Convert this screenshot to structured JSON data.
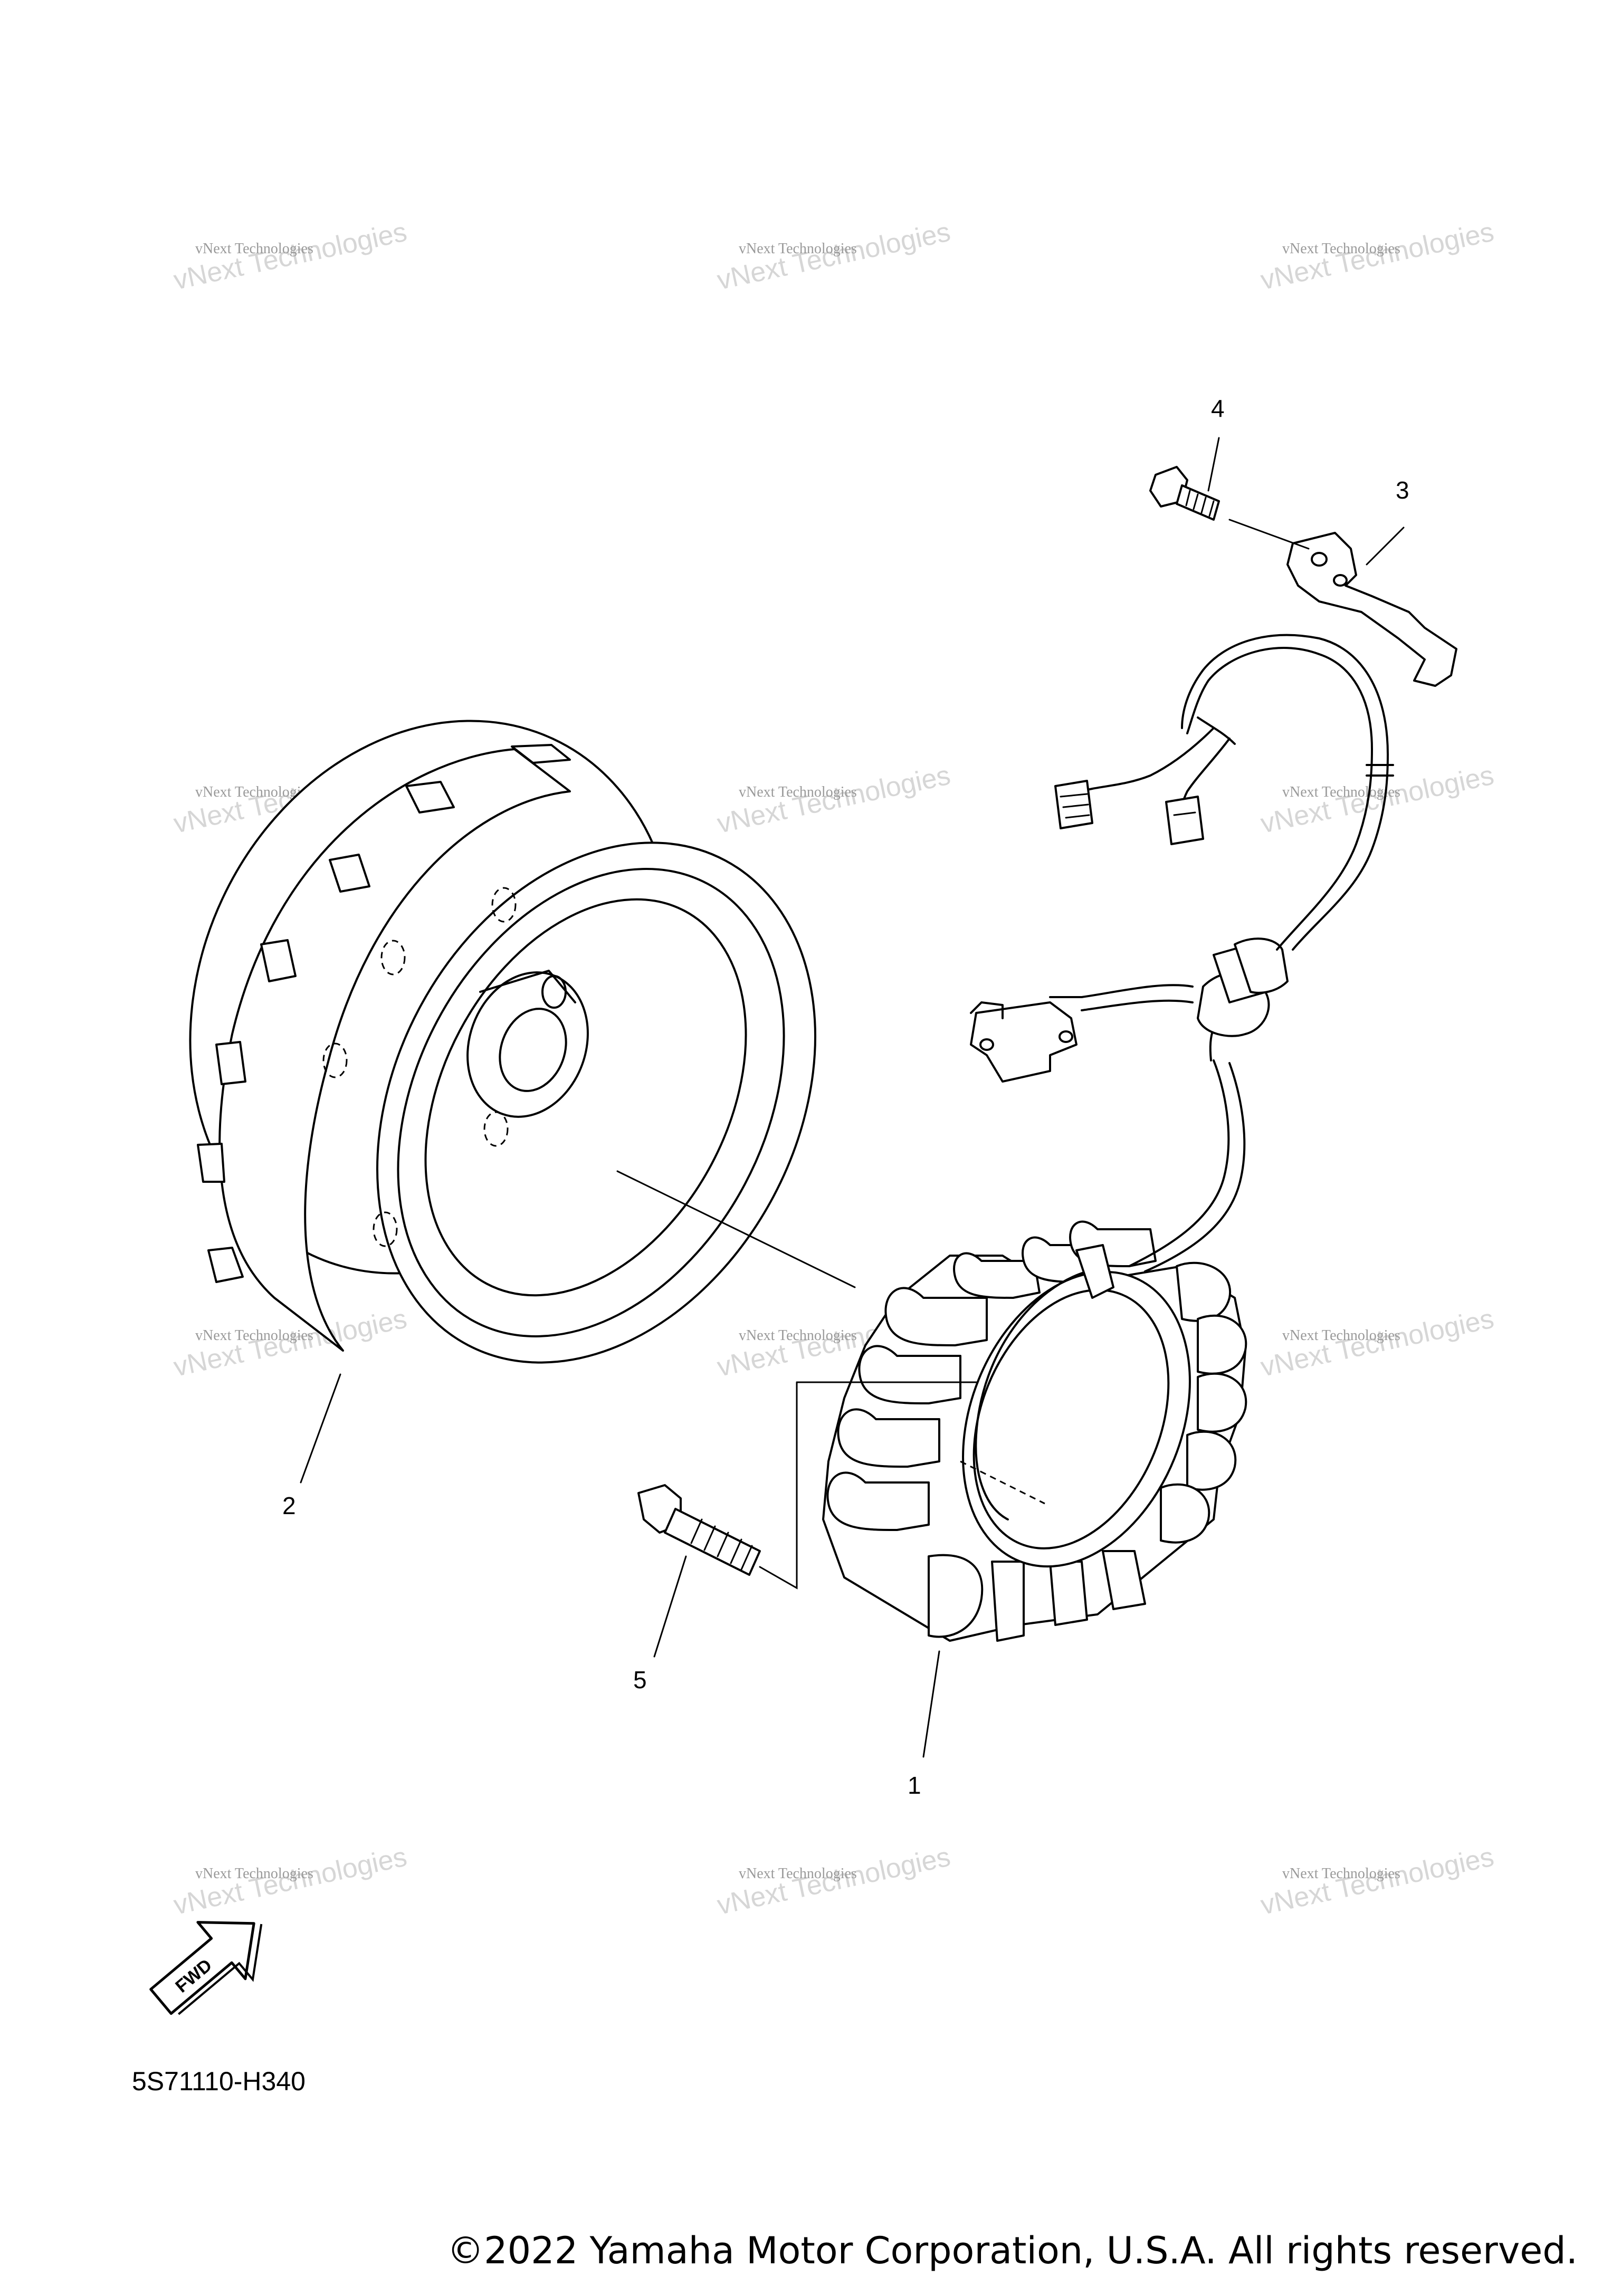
{
  "callouts": {
    "c1": "1",
    "c2": "2",
    "c3": "3",
    "c4": "4",
    "c5": "5"
  },
  "watermark": {
    "line1": "vNext Technologies",
    "line2": "vNext Technologies"
  },
  "fwd_label": "FWD",
  "diagram_code": "5S71110-H340",
  "copyright": "©2022 Yamaha Motor Corporation, U.S.A. All rights reserved.",
  "icons": {
    "fwd": "fwd-arrow-icon"
  },
  "colors": {
    "line": "#000000",
    "background": "#ffffff",
    "watermark": "#bdbdbd"
  }
}
